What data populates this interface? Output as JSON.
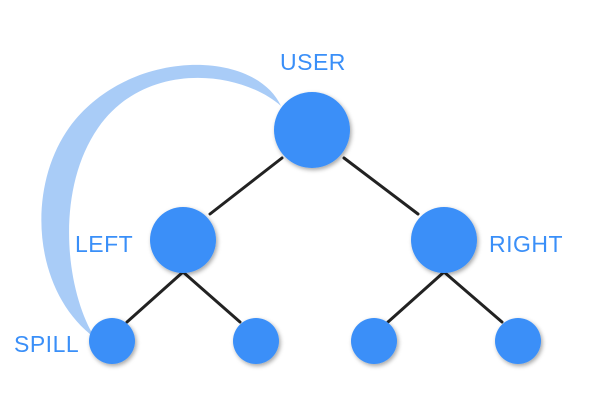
{
  "diagram": {
    "labels": {
      "user": "USER",
      "left": "LEFT",
      "right": "RIGHT",
      "spill": "SPILL"
    },
    "colors": {
      "node": "#3a8ff8",
      "label": "#3a8ff8",
      "edge": "#222222",
      "arc": "#a9ccf7"
    }
  }
}
